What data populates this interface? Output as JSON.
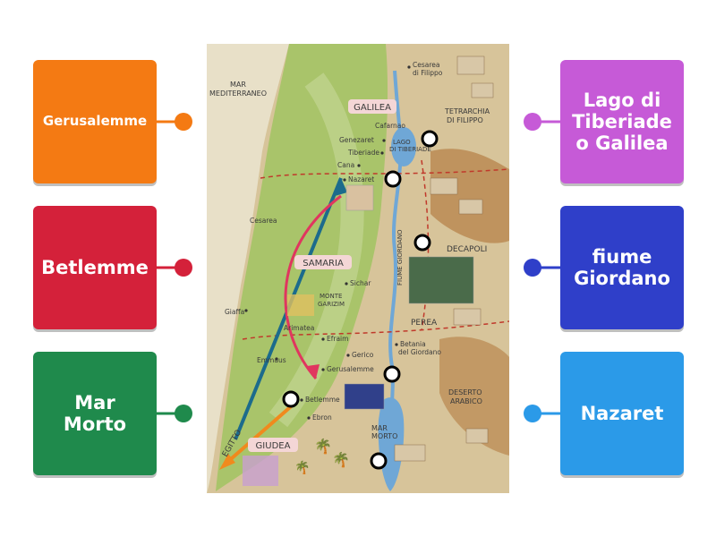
{
  "labels": {
    "gerusalemme": "Gerusalemme",
    "betlemme": "Betlemme",
    "mar_morto": "Mar\nMorto",
    "lago_tiberiade": "Lago di\nTiberiade\no Galilea",
    "fiume_giordano": "fiume\nGiordano",
    "nazaret": "Nazaret"
  },
  "colors": {
    "orange": "#f47a13",
    "red": "#d4213a",
    "green": "#1f8a4c",
    "purple": "#c65ad7",
    "navy": "#2f3fc9",
    "blue": "#2b9ae8"
  },
  "map": {
    "sea": "MAR\nMEDITERRANEO",
    "regions": {
      "galilea": "GALILEA",
      "samaria": "SAMARIA",
      "giudea": "GIUDEA",
      "egitto": "EGITTO",
      "perea": "PEREA",
      "decapoli": "DECAPOLI",
      "tetrarchia": "TETRARCHIA\nDI FILIPPO",
      "deserto": "DESERTO\nARABICO",
      "mar_morto": "MAR\nMORTO",
      "lago": "LAGO\nDI TIBERIADE",
      "fiume": "FIUME GIORDANO",
      "monte": "MONTE\nGARIZIM"
    },
    "cities": {
      "cesarea_filippo": "Cesarea\ndi Filippo",
      "cafarnao": "Cafarnao",
      "genezaret": "Genezaret",
      "tiberiade": "Tiberiade",
      "cana": "Cana",
      "nazaret": "Nazaret",
      "cesarea": "Cesarea",
      "sichar": "Sichar",
      "giaffa": "Giaffa",
      "arimatea": "Arimatea",
      "efraim": "Efraim",
      "emmaus": "Emmaus",
      "gerico": "Gerico",
      "betania": "Betania\ndel Giordano",
      "gerusalemme": "Gerusalemme",
      "betlemme": "Betlemme",
      "ebron": "Ebron"
    }
  }
}
